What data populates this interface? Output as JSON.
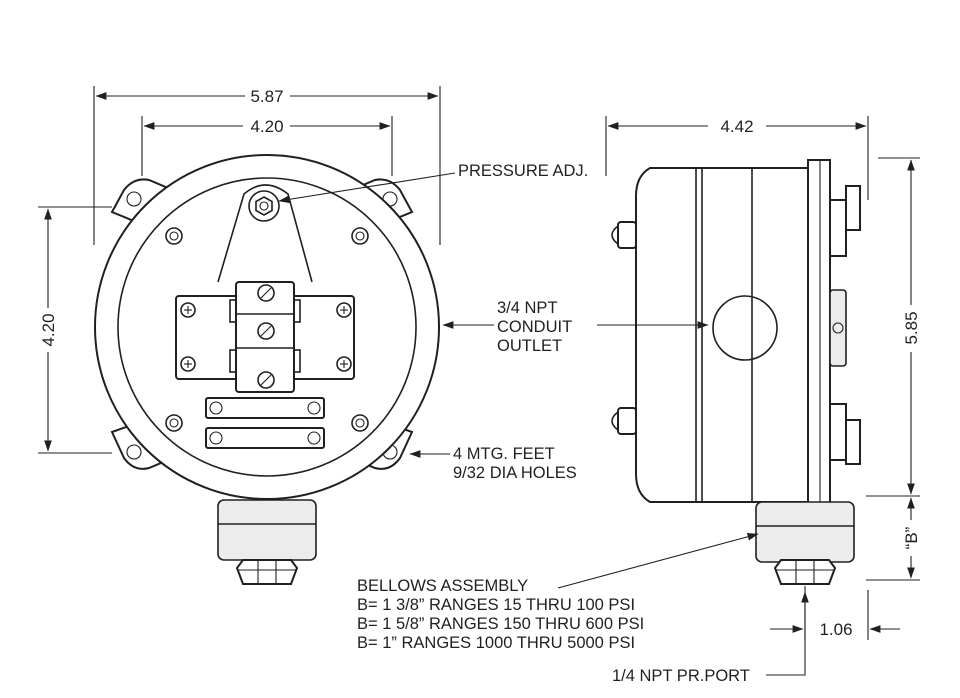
{
  "dimensions": {
    "overall_width": "5.87",
    "mount_spacing_h": "4.20",
    "mount_spacing_v": "4.20",
    "depth": "4.42",
    "height": "5.85",
    "bellows_height": "“B”",
    "port_offset": "1.06"
  },
  "callouts": {
    "pressure_adj": "PRESSURE ADJ.",
    "conduit": [
      "3/4 NPT",
      "CONDUIT",
      "OUTLET"
    ],
    "mounting": [
      "4 MTG. FEET",
      "9/32 DIA HOLES"
    ],
    "bellows": [
      "BELLOWS ASSEMBLY",
      "B= 1 3/8” RANGES 15 THRU 100 PSI",
      "B= 1 5/8” RANGES 150 THRU 600 PSI",
      "B= 1” RANGES 1000 THRU 5000 PSI"
    ],
    "pressure_port": "1/4 NPT PR.PORT"
  }
}
